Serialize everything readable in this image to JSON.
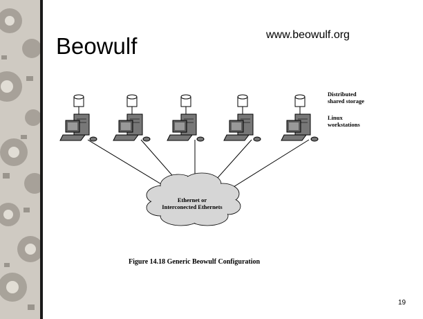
{
  "slide": {
    "title": "Beowulf",
    "url": "www.beowulf.org",
    "page_number": "19"
  },
  "diagram": {
    "storage_label": "Distributed\nshared storage",
    "workstations_label": "Linux\nworkstations",
    "network_label": "Ethernet or\nInterconected Ethernets",
    "caption": "Figure 14.18  Generic Beowulf Configuration",
    "node_count": 5
  },
  "colors": {
    "border": "#1a1a1a",
    "background": "#ffffff",
    "cloud_fill": "#d6d6d6",
    "equipment": "#777777"
  }
}
